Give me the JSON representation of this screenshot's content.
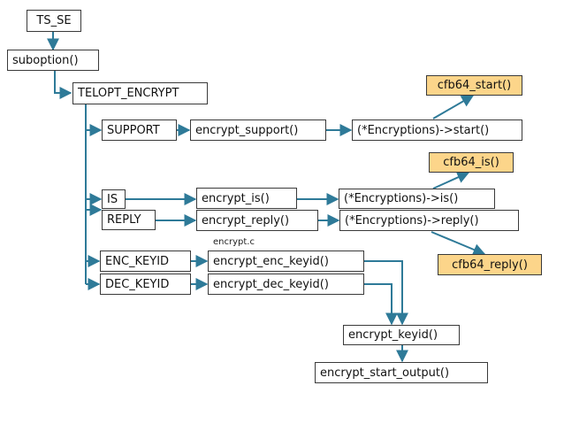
{
  "nodes": {
    "ts_se": "TS_SE",
    "suboption": "suboption()",
    "telopt_encrypt": "TELOPT_ENCRYPT",
    "support": "SUPPORT",
    "encrypt_support": "encrypt_support()",
    "encryptions_start": "(*Encryptions)->start()",
    "cfb64_start": "cfb64_start()",
    "cfb64_is": "cfb64_is()",
    "is": "IS",
    "reply": "REPLY",
    "encrypt_is": "encrypt_is()",
    "encrypt_reply": "encrypt_reply()",
    "encryptions_is": "(*Encryptions)->is()",
    "encryptions_reply": "(*Encryptions)->reply()",
    "cfb64_reply": "cfb64_reply()",
    "enc_keyid": "ENC_KEYID",
    "dec_keyid": "DEC_KEYID",
    "encrypt_enc_keyid": "encrypt_enc_keyid()",
    "encrypt_dec_keyid": "encrypt_dec_keyid()",
    "encrypt_keyid": "encrypt_keyid()",
    "encrypt_start_output": "encrypt_start_output()"
  },
  "annotations": {
    "file_label": "encrypt.c"
  },
  "colors": {
    "arrow": "#2e7a98",
    "box_border": "#3a3a3a",
    "highlight": "#fcd58a"
  }
}
